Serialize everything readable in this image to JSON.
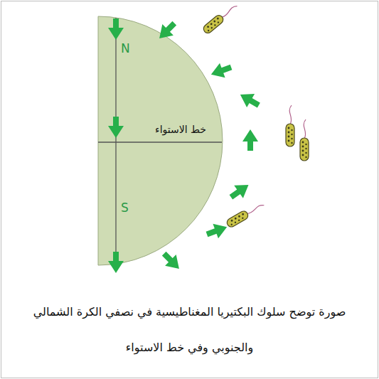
{
  "diagram": {
    "caption": "صورة توضح سلوك البكتيريا المغناطيسية في نصفي الكرة الشمالي والجنوبي وفي خط الاستواء",
    "labels": [
      "N",
      "خط الاستواء",
      "S"
    ]
  }
}
